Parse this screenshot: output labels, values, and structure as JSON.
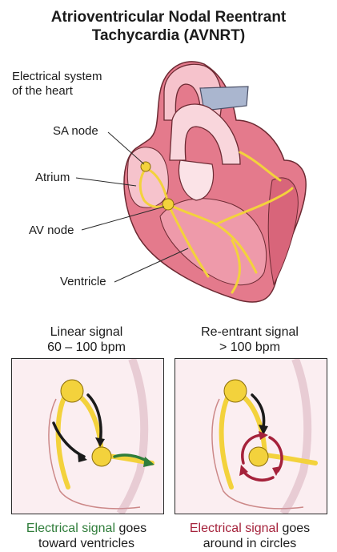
{
  "title": {
    "line1": "Atrioventricular Nodal Reentrant",
    "line2": "Tachycardia (AVNRT)"
  },
  "heart_labels": {
    "system_line1": "Electrical system",
    "system_line2": "of the heart",
    "sa_node": "SA node",
    "atrium": "Atrium",
    "av_node": "AV node",
    "ventricle": "Ventricle"
  },
  "panels": {
    "linear": {
      "title_line1": "Linear signal",
      "title_line2": "60 – 100 bpm",
      "caption_highlight": "Electrical signal",
      "caption_rest": " goes",
      "caption_line2": "toward ventricles"
    },
    "reentrant": {
      "title_line1": "Re-entrant signal",
      "title_line2": "> 100 bpm",
      "caption_highlight": "Electrical signal",
      "caption_rest": " goes",
      "caption_line2": "around in circles"
    }
  },
  "colors": {
    "heart": "#e47a8c",
    "heart_light": "#f6c3cc",
    "conduction": "#f3d23c",
    "green_text": "#2f7d3a",
    "red_text": "#a5223b"
  }
}
